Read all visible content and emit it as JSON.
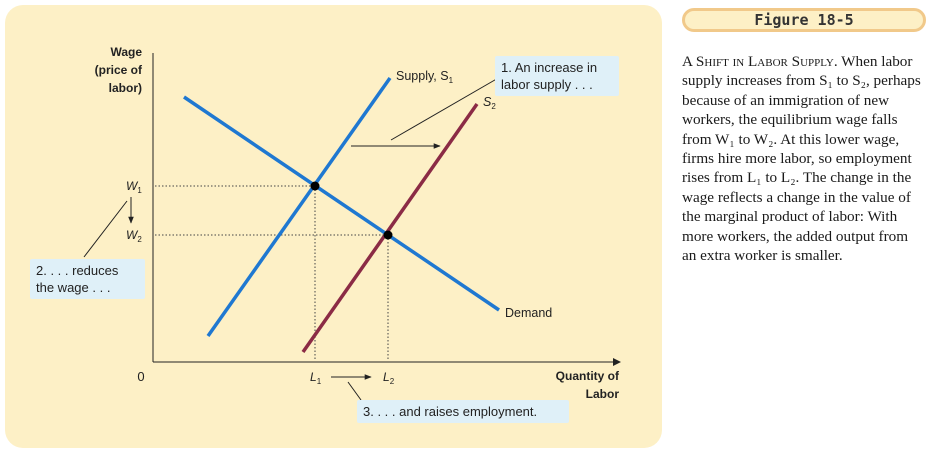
{
  "figure": {
    "label": "Figure 18-5",
    "caption": {
      "title": "A Shift in Labor Supply.",
      "body": "When labor supply increases from S₁ to S₂, perhaps because of an immigration of new workers, the equilibrium wage falls from W₁ to W₂. At this lower wage, firms hire more labor, so employment rises from L₁ to L₂. The change in the wage reflects a change in the value of the marginal product of labor: With more workers, the added output from an extra worker is smaller."
    }
  },
  "axes": {
    "y_label_1": "Wage",
    "y_label_2": "(price of",
    "y_label_3": "labor)",
    "x_label_1": "Quantity of",
    "x_label_2": "Labor",
    "origin": "0"
  },
  "ticks": {
    "w1": "W",
    "w2": "W",
    "l1": "L",
    "l2": "L",
    "sub1": "1",
    "sub2": "2"
  },
  "curves": {
    "supply1": "Supply, S",
    "supply1_sub": "1",
    "supply2": "S",
    "supply2_sub": "2",
    "demand": "Demand"
  },
  "callouts": {
    "c1_line1": "1. An increase in",
    "c1_line2": "labor supply . . .",
    "c2_line1": "2. . . . reduces",
    "c2_line2": "the wage . . .",
    "c3": "3. . . . and raises employment."
  },
  "colors": {
    "supply1": "#1f78d1",
    "demand": "#1f78d1",
    "supply2": "#8b2b45",
    "panel": "#fdf0c6",
    "callout": "#dff0f8",
    "header_border": "#f1c98a"
  }
}
